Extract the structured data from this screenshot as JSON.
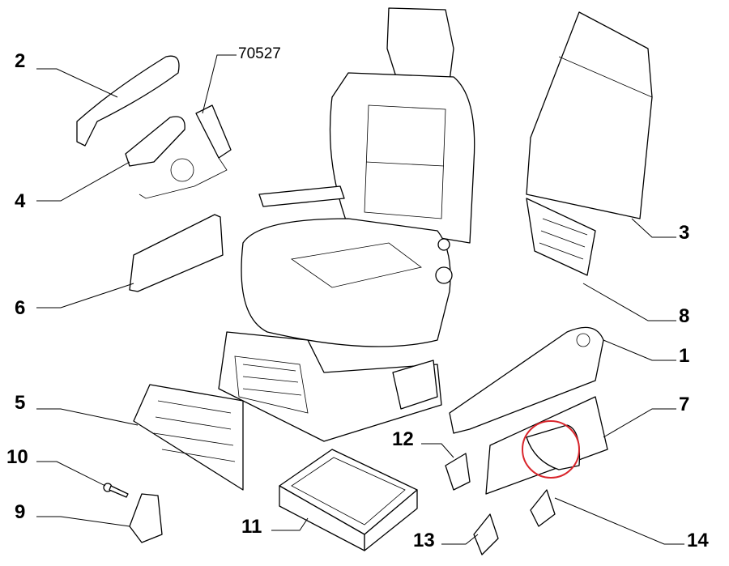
{
  "diagram": {
    "reference_code": "70527",
    "highlight_color": "#d9262c",
    "callouts": [
      "1",
      "2",
      "3",
      "4",
      "5",
      "6",
      "7",
      "8",
      "9",
      "10",
      "11",
      "12",
      "13",
      "14"
    ]
  }
}
